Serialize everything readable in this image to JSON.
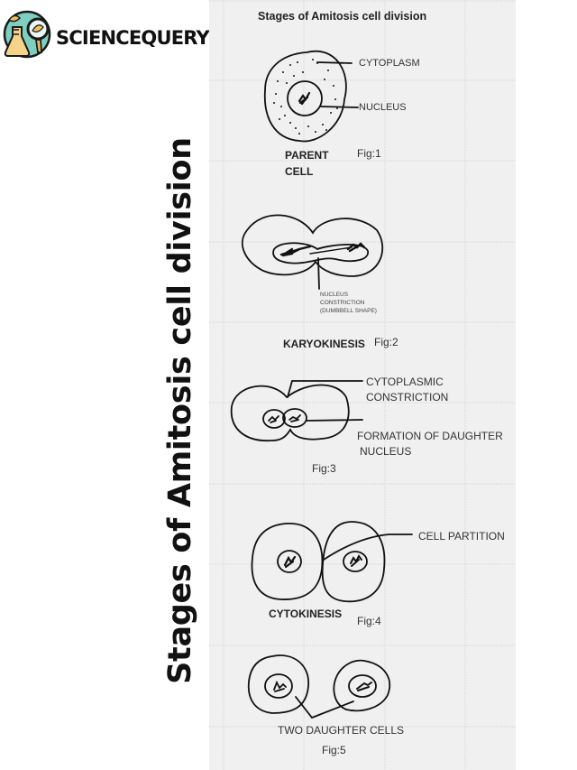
{
  "logo": {
    "text": "SCIENCEQUERY",
    "icon": "flask-magnifier-icon",
    "colors": {
      "circle": "#7ecfc0",
      "flask": "#f5d48a",
      "leaf": "#f0c060",
      "outline": "#1a1a1a"
    }
  },
  "side_title": "Stages of Amitosis cell division",
  "panel": {
    "title": "Stages of Amitosis cell division",
    "background": "#f0f0f0",
    "grid_color": "#dcdcdc"
  },
  "figures": [
    {
      "id": "fig1",
      "caption": "Fig:1",
      "stage": "PARENT",
      "stage_line2": "CELL",
      "labels": [
        "CYTOPLASM",
        "NUCLEUS"
      ]
    },
    {
      "id": "fig2",
      "caption": "Fig:2",
      "stage": "KARYOKINESIS",
      "labels": [
        "NUCLEUS",
        "CONSTRICTION",
        "(DUMBBELL SHAPE)"
      ]
    },
    {
      "id": "fig3",
      "caption": "Fig:3",
      "labels": [
        "CYTOPLASMIC",
        "CONSTRICTION",
        "FORMATION OF DAUGHTER",
        "NUCLEUS"
      ]
    },
    {
      "id": "fig4",
      "caption": "Fig:4",
      "stage": "CYTOKINESIS",
      "labels": [
        "CELL PARTITION"
      ]
    },
    {
      "id": "fig5",
      "caption": "Fig:5",
      "labels": [
        "TWO DAUGHTER CELLS"
      ]
    }
  ]
}
